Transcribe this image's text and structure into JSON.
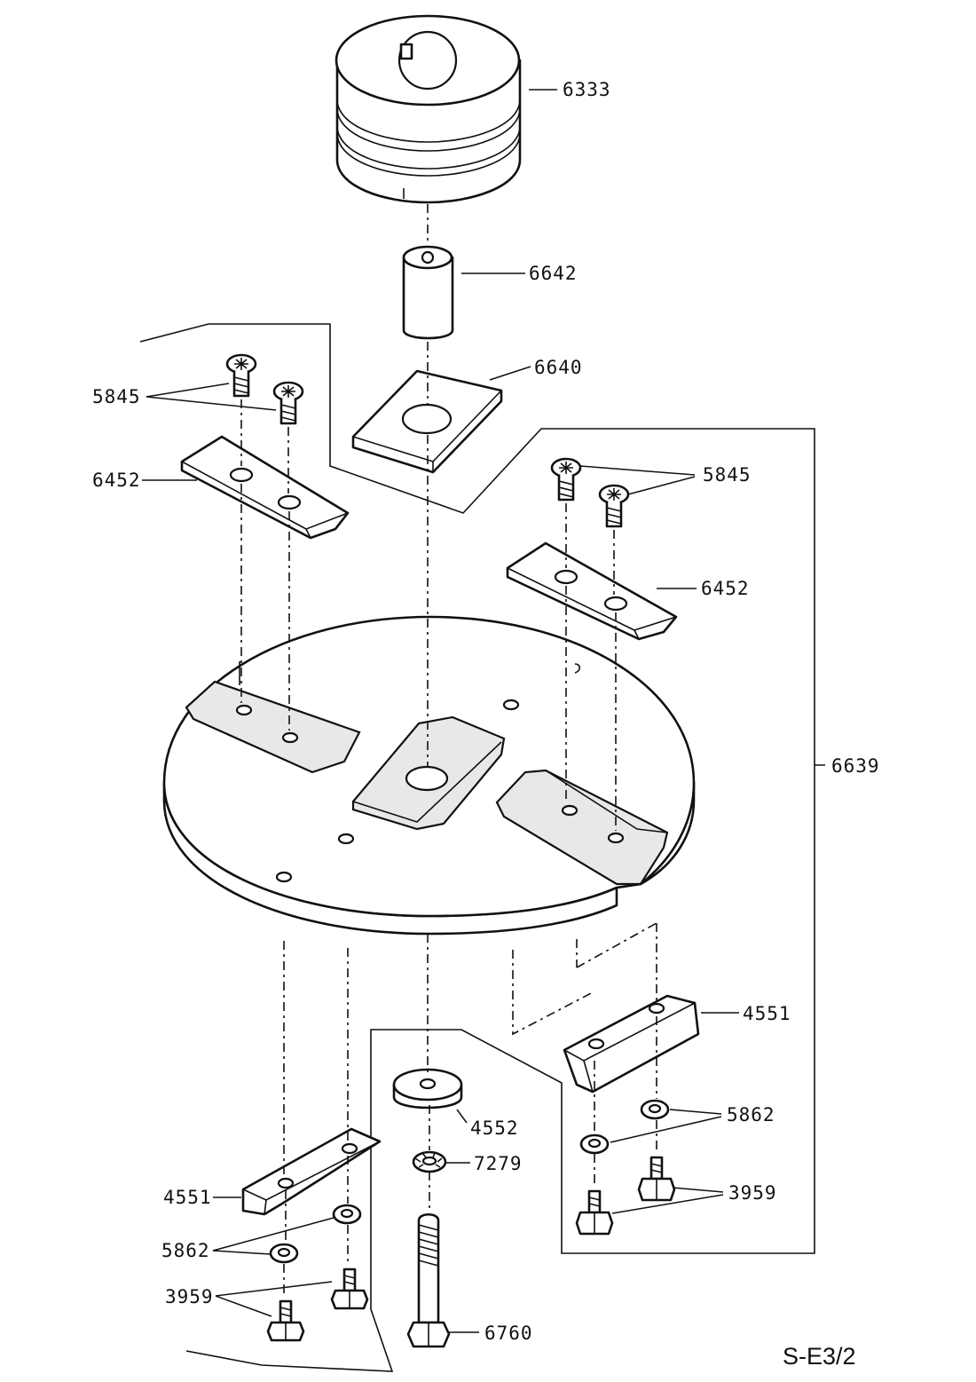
{
  "labels": {
    "p6333": "6333",
    "p6642": "6642",
    "p6640": "6640",
    "p5845_left": "5845",
    "p6452_left": "6452",
    "p5845_right": "5845",
    "p6452_right": "6452",
    "p6639": "6639",
    "p4551_right": "4551",
    "p4552": "4552",
    "p7279": "7279",
    "p5862_right": "5862",
    "p3959_right": "3959",
    "p4551_left": "4551",
    "p5862_left": "5862",
    "p3959_left": "3959",
    "p6760": "6760"
  },
  "reference": "S-E3/2"
}
